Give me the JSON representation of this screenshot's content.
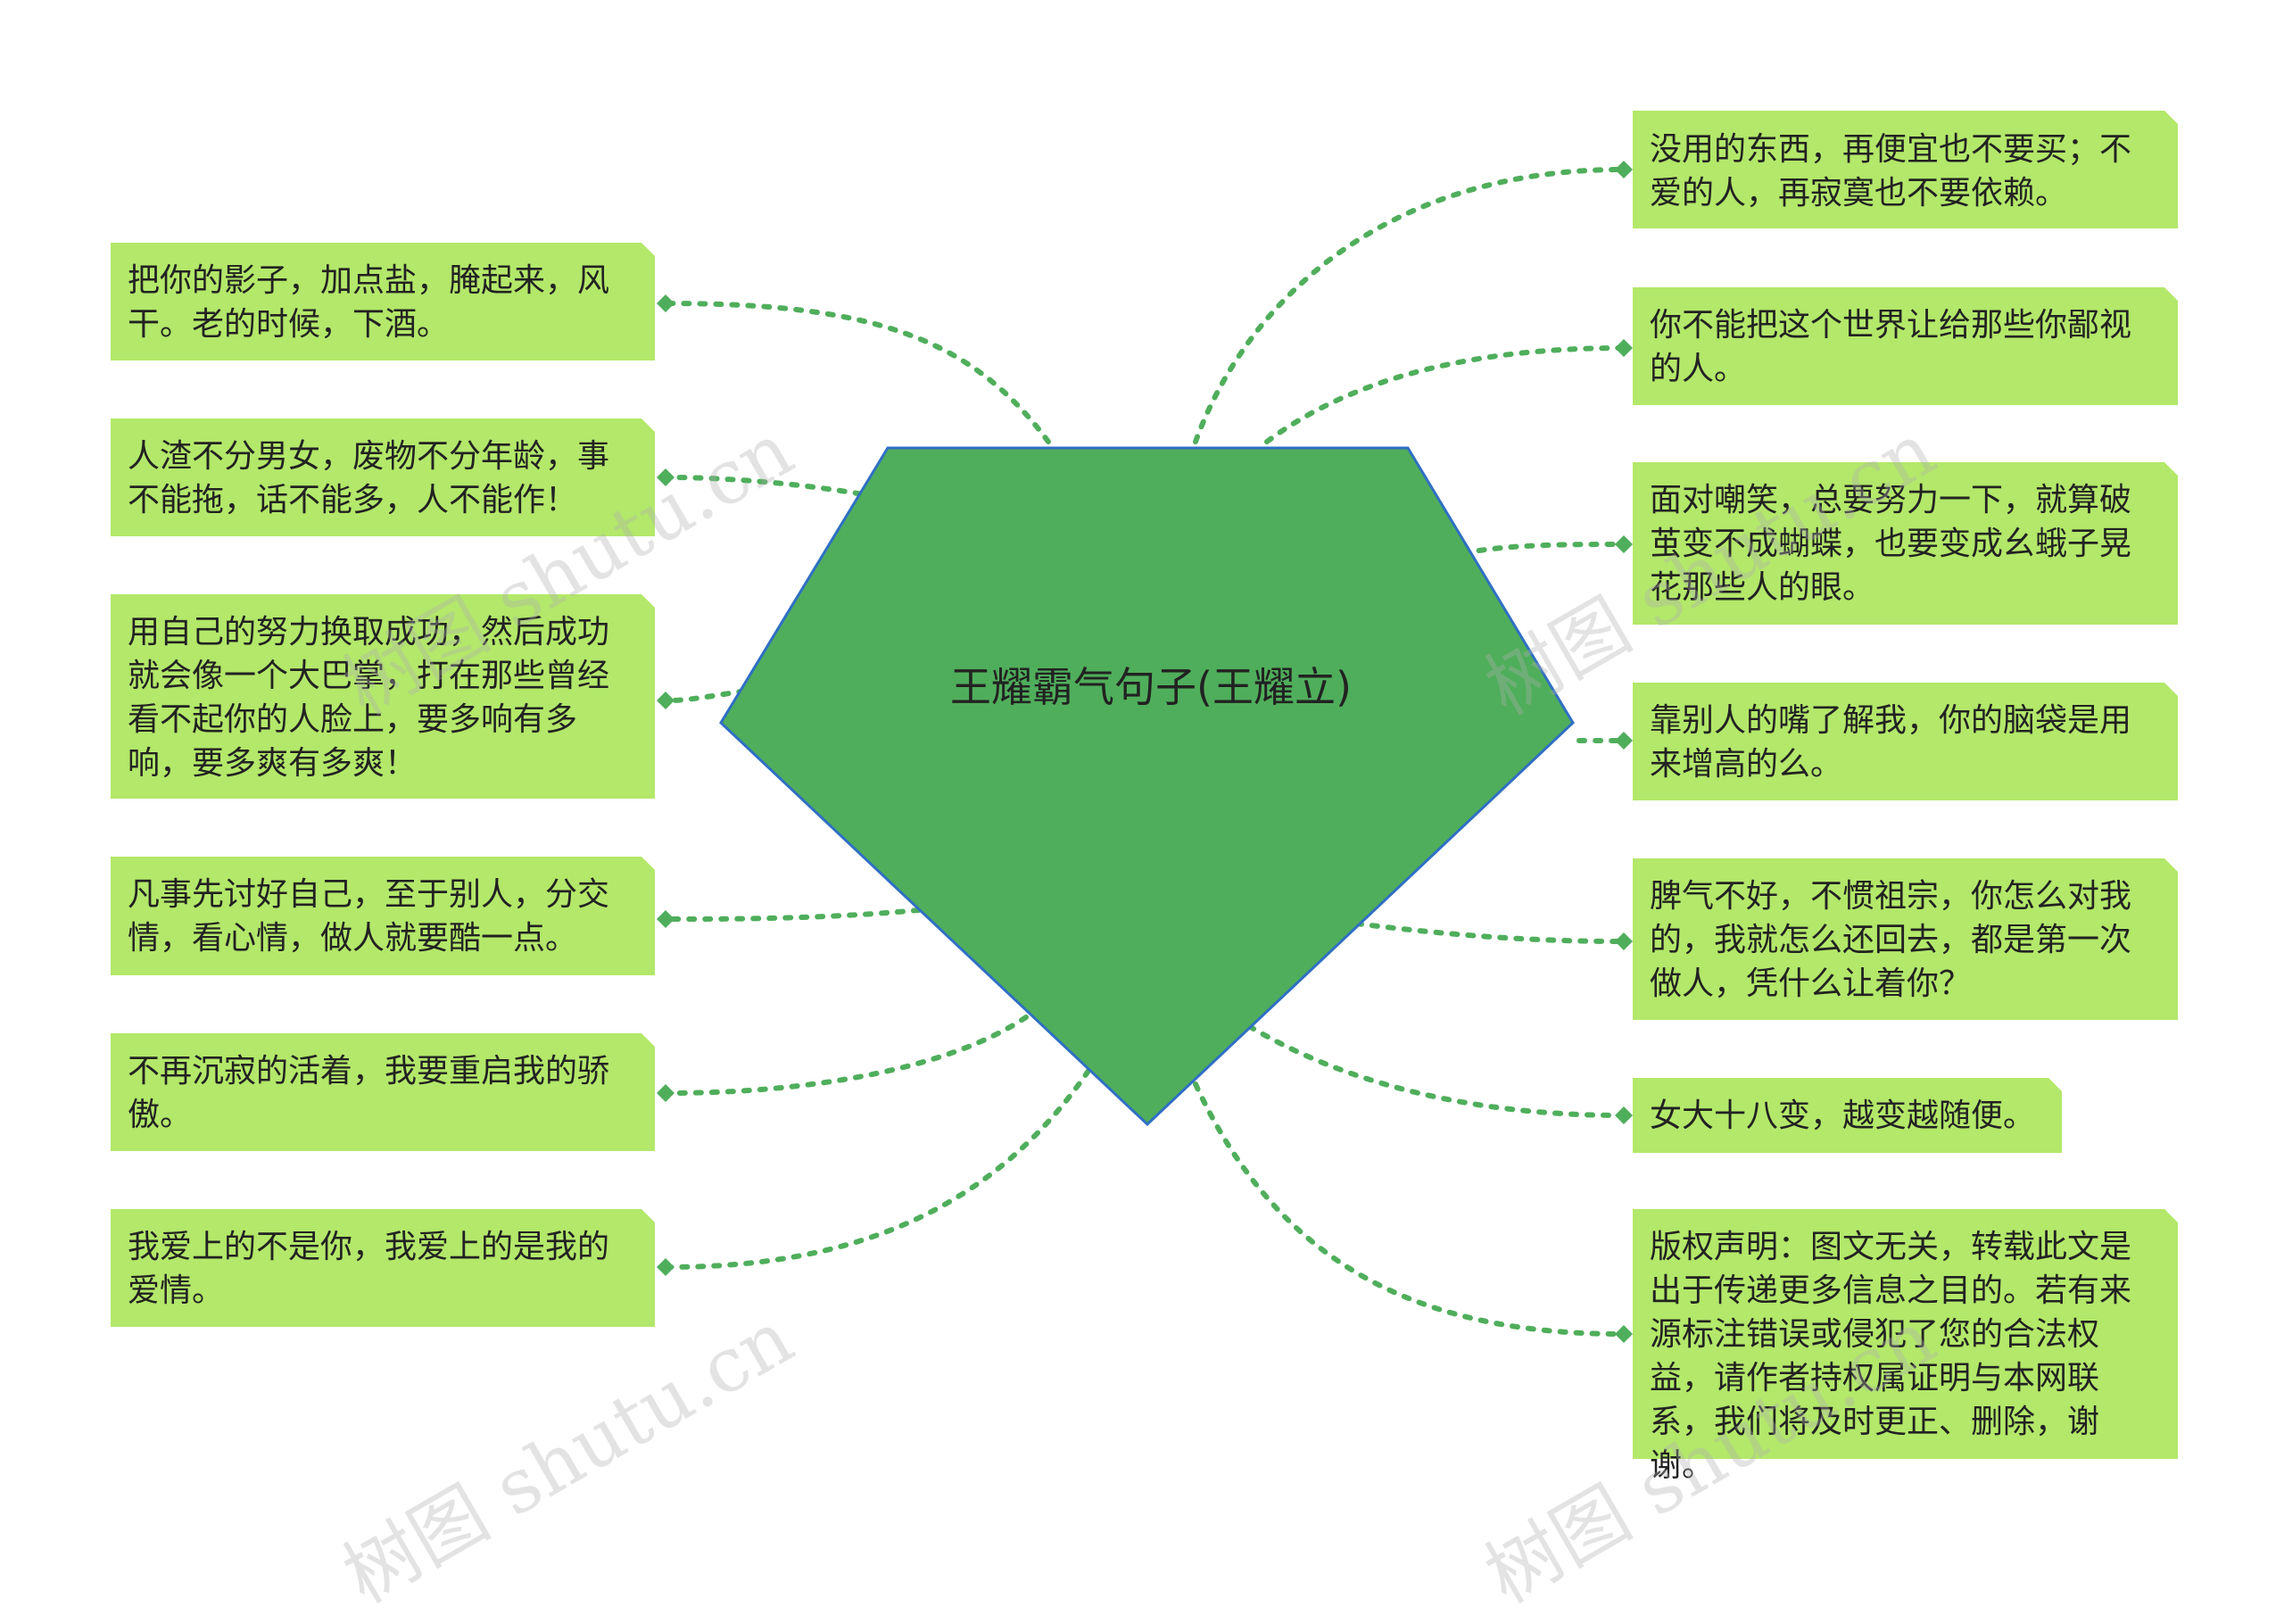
{
  "center": {
    "title": "王耀霸气句子(王耀立)"
  },
  "colors": {
    "center_fill": "#4fae5b",
    "center_stroke": "#2f6fc4",
    "node_fill": "#b3e86a",
    "connector": "#4fae5b"
  },
  "left_nodes": [
    {
      "text": "把你的影子，加点盐，腌起来，风干。老的时候，下酒。"
    },
    {
      "text": "人渣不分男女，废物不分年龄，事不能拖，话不能多，人不能作！"
    },
    {
      "text": "用自己的努力换取成功，然后成功就会像一个大巴掌，打在那些曾经看不起你的人脸上，要多响有多响，要多爽有多爽！"
    },
    {
      "text": "凡事先讨好自己，至于别人，分交情，看心情，做人就要酷一点。"
    },
    {
      "text": "不再沉寂的活着，我要重启我的骄傲。"
    },
    {
      "text": "我爱上的不是你，我爱上的是我的爱情。"
    }
  ],
  "right_nodes": [
    {
      "text": "没用的东西，再便宜也不要买；不爱的人，再寂寞也不要依赖。"
    },
    {
      "text": "你不能把这个世界让给那些你鄙视的人。"
    },
    {
      "text": "面对嘲笑，总要努力一下，就算破茧变不成蝴蝶，也要变成幺蛾子晃花那些人的眼。"
    },
    {
      "text": "靠别人的嘴了解我，你的脑袋是用来增高的么。"
    },
    {
      "text": "脾气不好，不惯祖宗，你怎么对我的，我就怎么还回去，都是第一次做人，凭什么让着你？"
    },
    {
      "text": "女大十八变，越变越随便。"
    },
    {
      "text": "版权声明：图文无关，转载此文是出于传递更多信息之目的。若有来源标注错误或侵犯了您的合法权益，请作者持权属证明与本网联系，我们将及时更正、删除，谢谢。"
    }
  ],
  "watermark": "树图 shutu.cn"
}
